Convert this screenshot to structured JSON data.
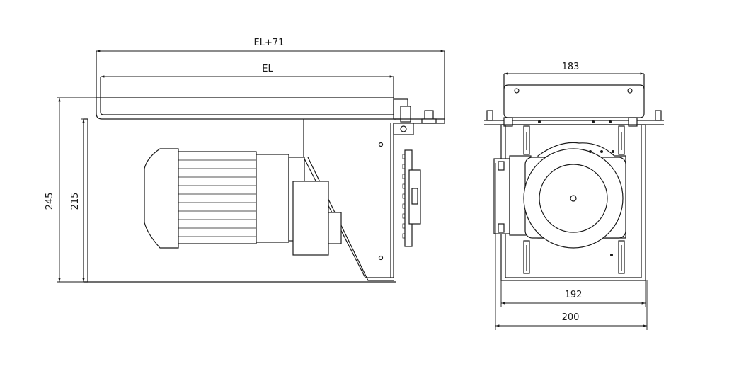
{
  "dimensions": {
    "el_plus_71": "EL+71",
    "el": "EL",
    "height_245": "245",
    "height_215": "215",
    "width_183": "183",
    "width_192": "192",
    "width_200": "200"
  },
  "views": [
    "side-view",
    "end-view"
  ]
}
